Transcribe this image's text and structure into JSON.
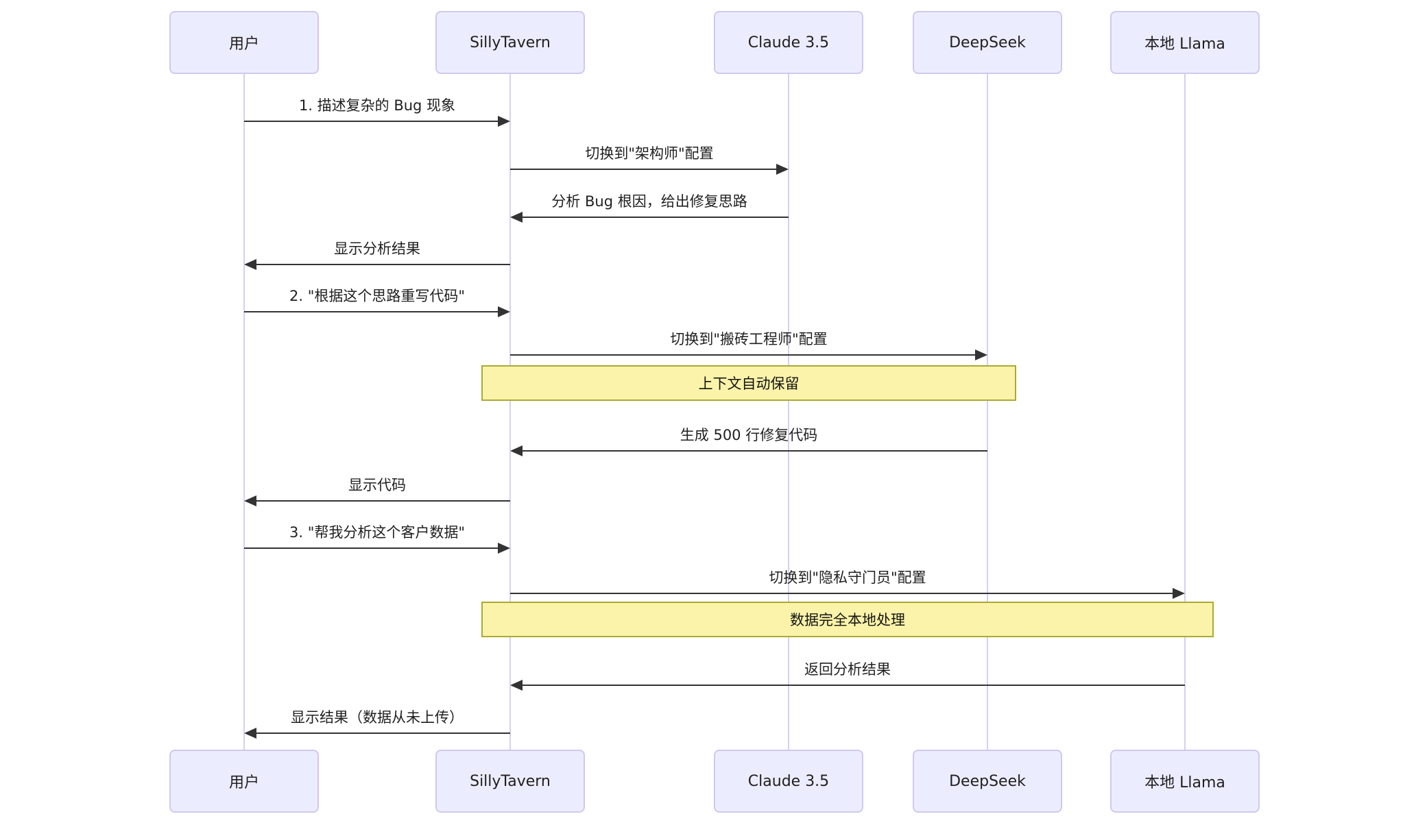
{
  "diagram": {
    "type": "sequence",
    "actors": [
      {
        "id": "user",
        "label": "用户"
      },
      {
        "id": "sillytavern",
        "label": "SillyTavern"
      },
      {
        "id": "claude",
        "label": "Claude 3.5"
      },
      {
        "id": "deepseek",
        "label": "DeepSeek"
      },
      {
        "id": "llama",
        "label": "本地 Llama"
      }
    ],
    "events": [
      {
        "kind": "message",
        "from": "user",
        "to": "sillytavern",
        "text": "1. 描述复杂的 Bug 现象"
      },
      {
        "kind": "message",
        "from": "sillytavern",
        "to": "claude",
        "text": "切换到\"架构师\"配置"
      },
      {
        "kind": "message",
        "from": "claude",
        "to": "sillytavern",
        "text": "分析 Bug 根因，给出修复思路"
      },
      {
        "kind": "message",
        "from": "sillytavern",
        "to": "user",
        "text": "显示分析结果"
      },
      {
        "kind": "message",
        "from": "user",
        "to": "sillytavern",
        "text": "2. \"根据这个思路重写代码\""
      },
      {
        "kind": "message",
        "from": "sillytavern",
        "to": "deepseek",
        "text": "切换到\"搬砖工程师\"配置"
      },
      {
        "kind": "note",
        "from": "sillytavern",
        "to": "deepseek",
        "text": "上下文自动保留"
      },
      {
        "kind": "message",
        "from": "deepseek",
        "to": "sillytavern",
        "text": "生成 500 行修复代码"
      },
      {
        "kind": "message",
        "from": "sillytavern",
        "to": "user",
        "text": "显示代码"
      },
      {
        "kind": "message",
        "from": "user",
        "to": "sillytavern",
        "text": "3. \"帮我分析这个客户数据\""
      },
      {
        "kind": "message",
        "from": "sillytavern",
        "to": "llama",
        "text": "切换到\"隐私守门员\"配置"
      },
      {
        "kind": "note",
        "from": "sillytavern",
        "to": "llama",
        "text": "数据完全本地处理"
      },
      {
        "kind": "message",
        "from": "llama",
        "to": "sillytavern",
        "text": "返回分析结果"
      },
      {
        "kind": "message",
        "from": "sillytavern",
        "to": "user",
        "text": "显示结果（数据从未上传）"
      }
    ],
    "colors": {
      "actor_fill": "#ececff",
      "actor_border": "#cfc8f0",
      "lifeline": "#d6d0ef",
      "note_fill": "#fbf3a9",
      "note_border": "#aaaa33",
      "line": "#333333",
      "text": "#1f1f1f"
    }
  }
}
